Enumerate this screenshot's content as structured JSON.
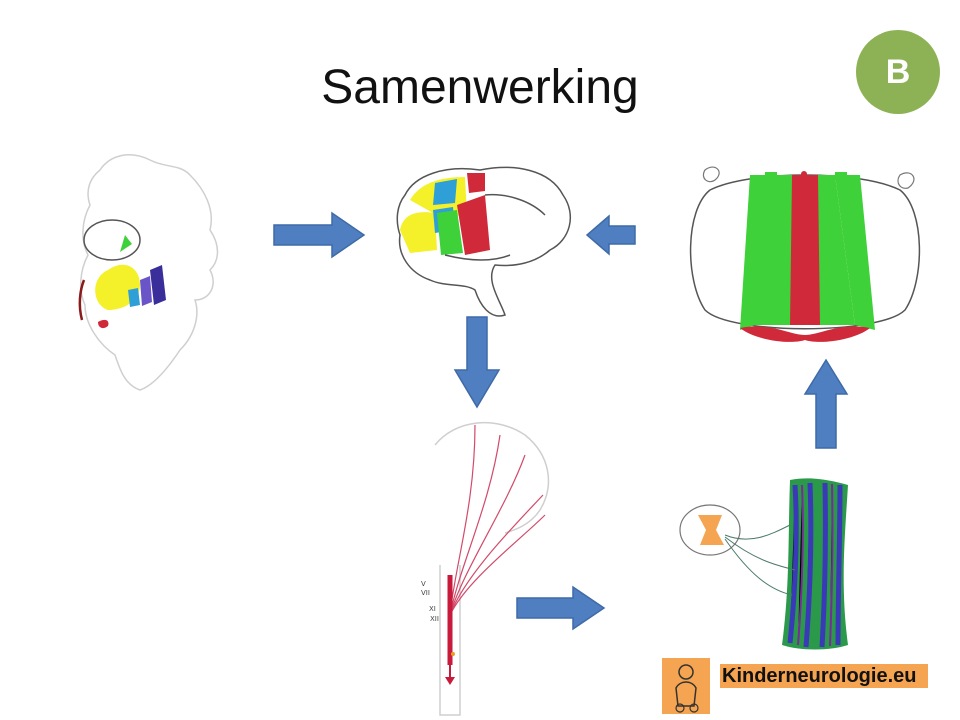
{
  "title": "Samenwerking",
  "badge": {
    "label": "B",
    "color": "#8db255"
  },
  "figures": {
    "brainstem_section": {
      "name": "brainstem-cross-section-drawing"
    },
    "brain": {
      "name": "brain-lateral-drawing"
    },
    "spinal_section": {
      "name": "spinal-cord-cross-section-drawing"
    },
    "motor_tract": {
      "name": "motor-pathway-drawing",
      "labels": [
        "V",
        "VII",
        "XI",
        "XII"
      ]
    },
    "muscle": {
      "name": "motor-unit-muscle-drawing"
    }
  },
  "arrow_color": "#4f7fc0",
  "palette": {
    "yellow": "#f4f02a",
    "green": "#3fd13a",
    "blue": "#2f9fd8",
    "indigo": "#3a2f9a",
    "red": "#d02a3a",
    "orange": "#f5a451"
  },
  "logo": {
    "text": "Kinderneurologie.eu"
  }
}
